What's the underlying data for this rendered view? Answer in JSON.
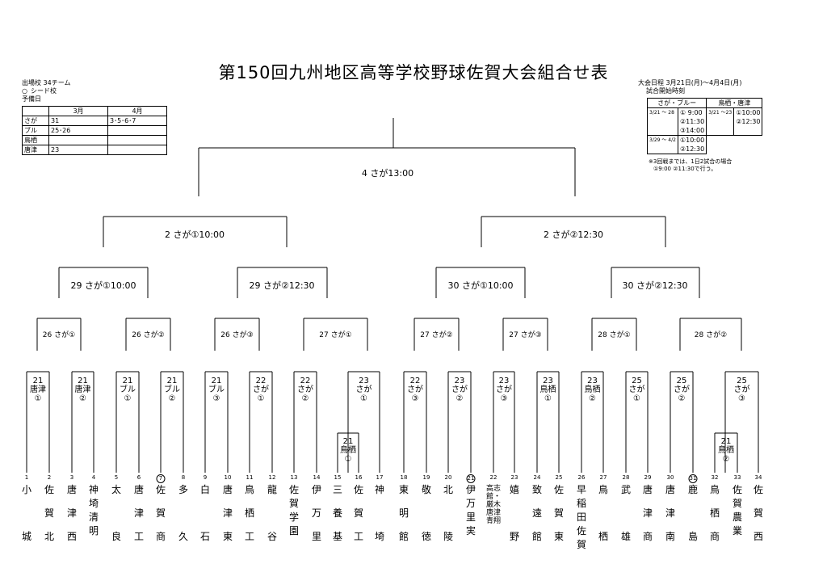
{
  "title": "第150回九州地区高等学校野球佐賀大会組合せ表",
  "info_left": {
    "teams": "出場校 34チーム",
    "seed": "シード校",
    "prelim": "予備日",
    "table": {
      "headers": [
        "",
        "3月",
        "4月"
      ],
      "rows": [
        [
          "さが",
          "31",
          "3･5･6･7"
        ],
        [
          "ブル",
          "25･26",
          ""
        ],
        [
          "鳥栖",
          "",
          ""
        ],
        [
          "唐津",
          "23",
          ""
        ]
      ]
    }
  },
  "info_right": {
    "schedule": "大会日程 3月21日(月)～4月4日(月)",
    "start_time": "試合開始時刻",
    "h1": "さが・ブルー",
    "h2": "鳥栖・唐津",
    "r1_date": "3/21 ～ 28",
    "r1_times": [
      "①  9:00",
      "②11:30",
      "③14:00"
    ],
    "r1b_date": "3/21 ～23",
    "r1b_times": [
      "①10:00",
      "②12:30"
    ],
    "r2_date": "3/29 ～ 4/2",
    "r2_times": [
      "①10:00",
      "②12:30"
    ],
    "note1": "※3回戦までは、1日2試合の場合",
    "note2": "①9:00 ②11:30で行う。"
  },
  "final_label": "4 さが13:00",
  "semi_labels": [
    "2 さが①10:00",
    "2 さが②12:30"
  ],
  "quarter_labels": [
    "29 さが①10:00",
    "29 さが②12:30",
    "30 さが①10:00",
    "30 さが②12:30"
  ],
  "r3_labels": [
    "26 さが①",
    "26 さが②",
    "26 さが③",
    "27 さが①",
    "27 さが②",
    "27 さが③",
    "28 さが①",
    "28 さが②"
  ],
  "r2_labels": [
    "21 唐津 ①",
    "21 唐津 ②",
    "21 ブル ①",
    "21 ブル ②",
    "21 ブル ③",
    "22 さが ①",
    "22 さが ②",
    "23 さが ①",
    "22 さが ③",
    "23 さが ②",
    "23 さが ③",
    "23 鳥栖 ①",
    "23 鳥栖 ②",
    "25 さが ①",
    "25 さが ②",
    "25 さが ③"
  ],
  "r1_labels": [
    "21 鳥栖 ①",
    "21 鳥栖 ②"
  ],
  "teams": [
    {
      "no": "1",
      "name": "小城"
    },
    {
      "no": "2",
      "name": "佐賀北"
    },
    {
      "no": "3",
      "name": "唐津西"
    },
    {
      "no": "4",
      "name": "神埼清明"
    },
    {
      "no": "5",
      "name": "太良"
    },
    {
      "no": "6",
      "name": "唐津工"
    },
    {
      "no": "7",
      "name": "佐賀商",
      "seed": true
    },
    {
      "no": "8",
      "name": "多久"
    },
    {
      "no": "9",
      "name": "白石"
    },
    {
      "no": "10",
      "name": "唐津東"
    },
    {
      "no": "11",
      "name": "鳥栖工"
    },
    {
      "no": "12",
      "name": "龍谷"
    },
    {
      "no": "13",
      "name": "佐賀学園"
    },
    {
      "no": "14",
      "name": "伊万里"
    },
    {
      "no": "15",
      "name": "三養基"
    },
    {
      "no": "16",
      "name": "佐賀工"
    },
    {
      "no": "17",
      "name": "神埼"
    },
    {
      "no": "18",
      "name": "東明館"
    },
    {
      "no": "19",
      "name": "敬徳"
    },
    {
      "no": "20",
      "name": "北陵"
    },
    {
      "no": "21",
      "name": "伊万里実",
      "seed": true
    },
    {
      "no": "22",
      "name": "高志館・厳木 唐津青翔"
    },
    {
      "no": "23",
      "name": "嬉野"
    },
    {
      "no": "24",
      "name": "致遠館"
    },
    {
      "no": "25",
      "name": "佐賀東"
    },
    {
      "no": "26",
      "name": "早稲田佐賀"
    },
    {
      "no": "27",
      "name": "鳥栖"
    },
    {
      "no": "28",
      "name": "武雄"
    },
    {
      "no": "29",
      "name": "唐津商"
    },
    {
      "no": "30",
      "name": "唐津南"
    },
    {
      "no": "31",
      "name": "鹿島",
      "seed": true
    },
    {
      "no": "32",
      "name": "鳥栖商"
    },
    {
      "no": "33",
      "name": "佐賀農業"
    },
    {
      "no": "34",
      "name": "佐賀西"
    }
  ]
}
